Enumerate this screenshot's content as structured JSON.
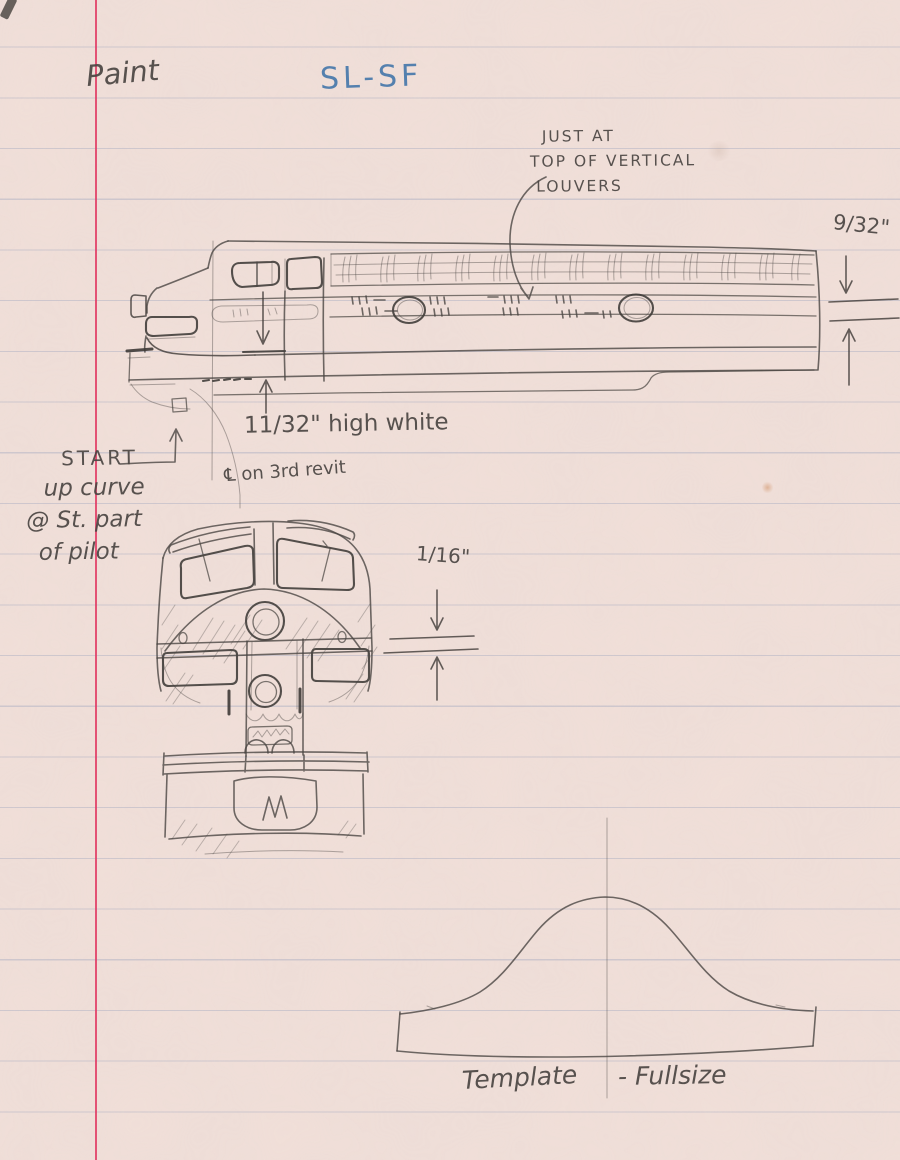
{
  "colors": {
    "paper": "#f2e0d9",
    "margin_line": "#e03a63",
    "ruled_line": "#8291b4",
    "pencil": "#4b4643",
    "pen_blue": "#4779ab"
  },
  "labels": {
    "page_title": "Paint",
    "railroad": "SL-SF",
    "louvers_note": [
      "JUST AT",
      "TOP OF VERTICAL",
      "LOUVERS"
    ],
    "dim_grille_stripe": "9/32\"",
    "dim_white_stripe": "11/32\" high white",
    "centerline_note": "℄ on 3rd revit",
    "start_note": [
      "START",
      "up curve",
      "@ St. part",
      "of pilot"
    ],
    "dim_nose_stripe": "1/16\"",
    "template_label": "Template",
    "fullsize_label": "- Fullsize"
  }
}
